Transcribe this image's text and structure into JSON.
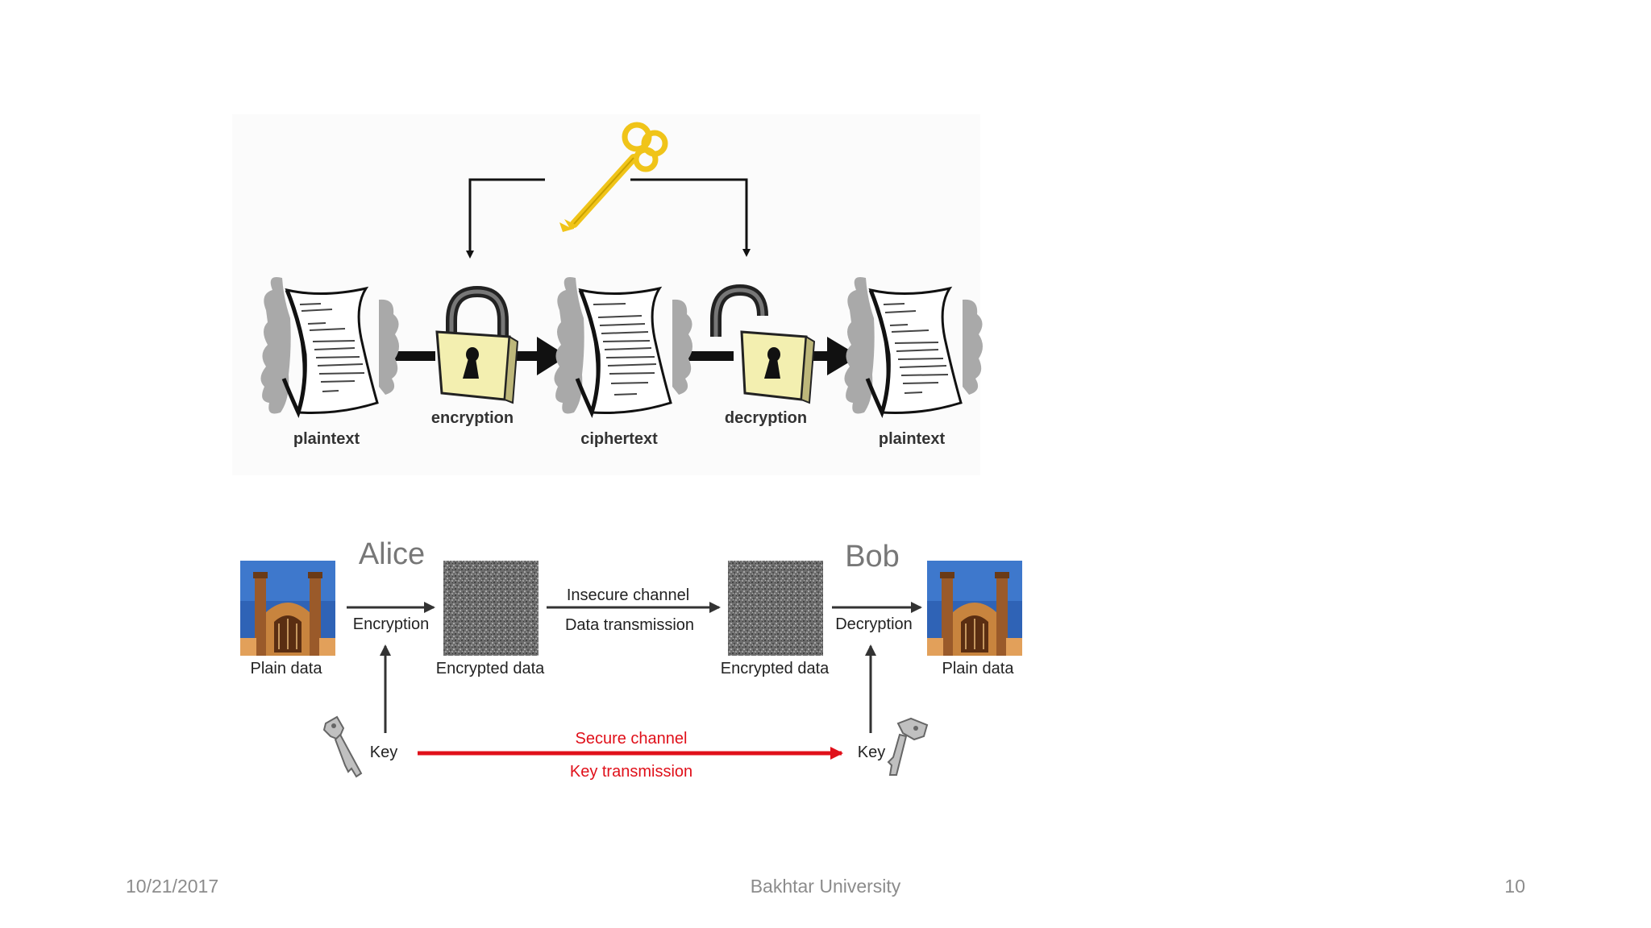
{
  "top_diagram": {
    "labels": {
      "plaintext_left": "plaintext",
      "encryption": "encryption",
      "ciphertext": "ciphertext",
      "decryption": "decryption",
      "plaintext_right": "plaintext"
    }
  },
  "bottom_diagram": {
    "alice": "Alice",
    "bob": "Bob",
    "plain_data_left": "Plain data",
    "encryption": "Encryption",
    "encrypted_data_left": "Encrypted data",
    "insecure_channel": "Insecure channel",
    "data_transmission": "Data transmission",
    "encrypted_data_right": "Encrypted data",
    "decryption": "Decryption",
    "plain_data_right": "Plain data",
    "key_left": "Key",
    "key_right": "Key",
    "secure_channel": "Secure channel",
    "key_transmission": "Key transmission"
  },
  "colors": {
    "key_gold": "#f0c419",
    "lock_body": "#f3efb0",
    "secure_red": "#e0101a",
    "label_dark": "#333333",
    "footer_gray": "#8c8c8c"
  },
  "footer": {
    "date": "10/21/2017",
    "center": "Bakhtar University",
    "page": "10"
  }
}
